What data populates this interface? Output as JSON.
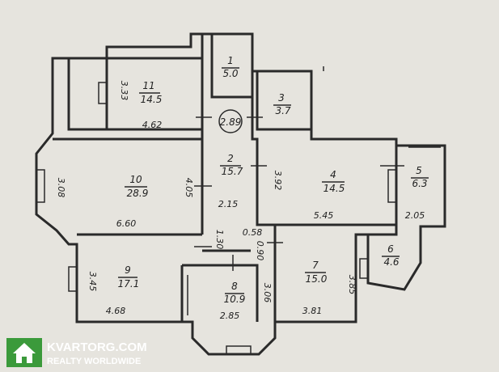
{
  "rooms": [
    {
      "id": "1",
      "number": "1",
      "area": "5.0"
    },
    {
      "id": "2",
      "number": "2",
      "area": "15.7"
    },
    {
      "id": "3",
      "number": "3",
      "area": "3.7"
    },
    {
      "id": "4",
      "number": "4",
      "area": "14.5"
    },
    {
      "id": "5",
      "number": "5",
      "area": "6.3"
    },
    {
      "id": "6",
      "number": "6",
      "area": "4.6"
    },
    {
      "id": "7",
      "number": "7",
      "area": "15.0"
    },
    {
      "id": "8",
      "number": "8",
      "area": "10.9"
    },
    {
      "id": "9",
      "number": "9",
      "area": "17.1"
    },
    {
      "id": "10",
      "number": "10",
      "area": "28.9"
    },
    {
      "id": "11",
      "number": "11",
      "area": "14.5"
    }
  ],
  "dimensions": {
    "d_3_33": "3.33",
    "d_4_62": "4.62",
    "d_3_08": "3.08",
    "d_4_05": "4.05",
    "d_6_60": "6.60",
    "d_2_15": "2.15",
    "d_3_92": "3.92",
    "d_5_45": "5.45",
    "d_2_05": "2.05",
    "d_1_30": "1.30",
    "d_0_58": "0.58",
    "d_0_90": "0.90",
    "d_3_45": "3.45",
    "d_4_68": "4.68",
    "d_3_06": "3.06",
    "d_2_85": "2.85",
    "d_3_85": "3.85",
    "d_3_81": "3.81"
  },
  "circled_label": "2.89",
  "watermark": {
    "brand": "KVARTORG.COM",
    "tagline": "REALTY WORLDWIDE",
    "icon": "house-icon",
    "color": "#3b9a3b"
  }
}
